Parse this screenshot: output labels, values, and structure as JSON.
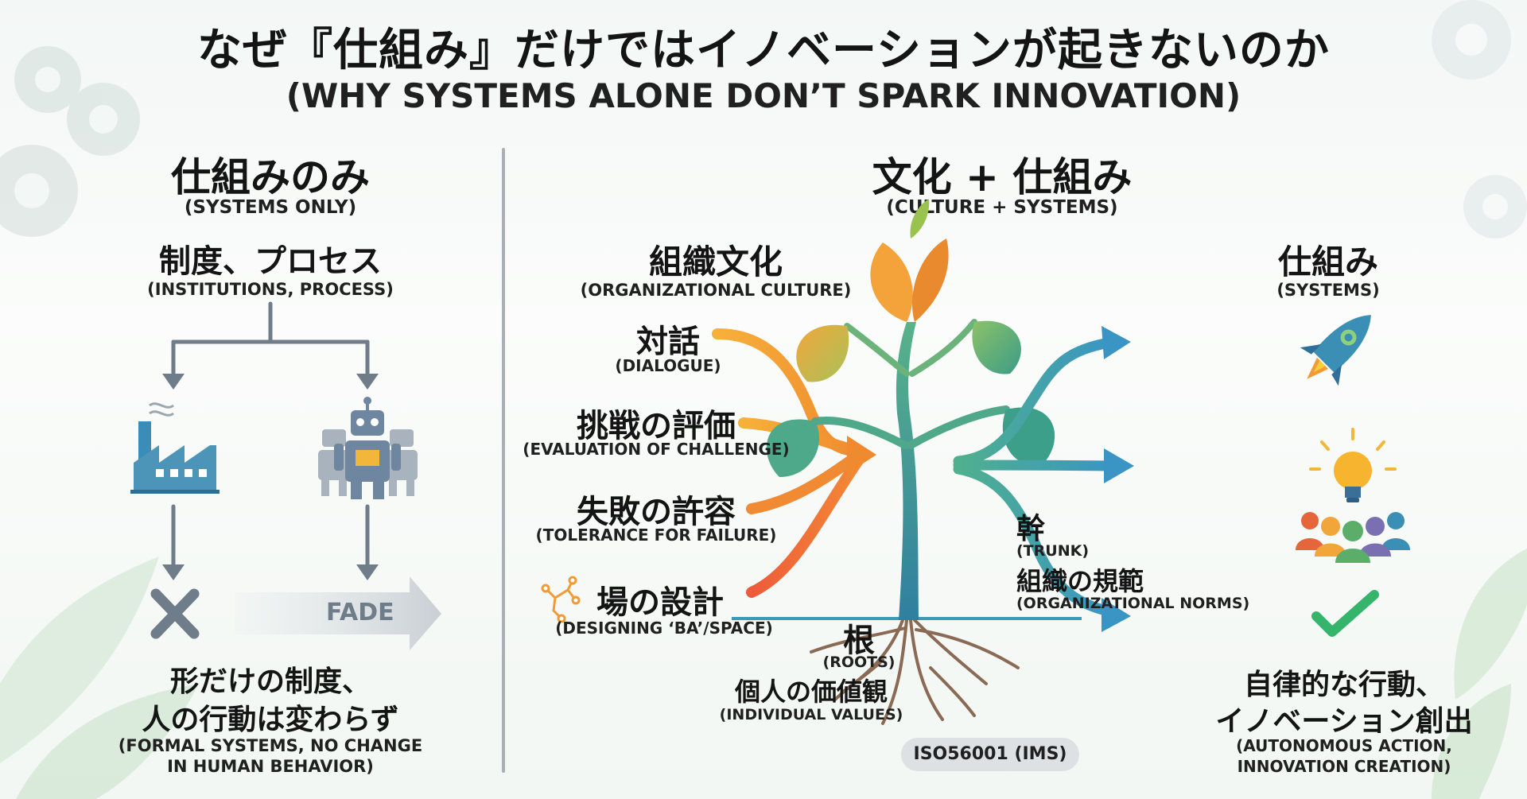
{
  "title": {
    "jp": "なぜ『仕組み』だけではイノベーションが起きないのか",
    "en": "(WHY SYSTEMS ALONE DON’T SPARK INNOVATION)"
  },
  "left": {
    "heading_jp": "仕組みのみ",
    "heading_en": "(SYSTEMS ONLY)",
    "sub_jp": "制度、プロセス",
    "sub_en": "(INSTITUTIONS, PROCESS)",
    "fade_label": "FADE",
    "result_jp_1": "形だけの制度、",
    "result_jp_2": "人の行動は変わらず",
    "result_en_1": "(FORMAL SYSTEMS, NO CHANGE",
    "result_en_2": "IN HUMAN BEHAVIOR)"
  },
  "right": {
    "heading_jp": "文化 + 仕組み",
    "heading_en": "(CULTURE + SYSTEMS)",
    "culture": {
      "jp": "組織文化",
      "en": "(ORGANIZATIONAL CULTURE)",
      "items": [
        {
          "jp": "対話",
          "en": "(DIALOGUE)"
        },
        {
          "jp": "挑戦の評価",
          "en": "(EVALUATION OF CHALLENGE)"
        },
        {
          "jp": "失敗の許容",
          "en": "(TOLERANCE FOR FAILURE)"
        },
        {
          "jp": "場の設計",
          "en": "(DESIGNING ‘BA’/SPACE)"
        }
      ]
    },
    "trunk": {
      "jp": "幹",
      "en": "(TRUNK)",
      "jp2": "組織の規範",
      "en2": "(ORGANIZATIONAL NORMS)"
    },
    "roots": {
      "jp": "根",
      "en": "(ROOTS)",
      "jp2": "個人の価値観",
      "en2": "(INDIVIDUAL VALUES)"
    },
    "iso_badge": "ISO56001 (IMS)",
    "systems": {
      "jp": "仕組み",
      "en": "(SYSTEMS)"
    },
    "outcome": {
      "jp_1": "自律的な行動、",
      "jp_2": "イノベーション創出",
      "en_1": "(AUTONOMOUS ACTION,",
      "en_2": "INNOVATION CREATION)"
    }
  },
  "colors": {
    "arrow_gray": "#6f7c89",
    "culture_orange": "#f39a2c",
    "culture_red": "#ee5a3a",
    "systems_teal": "#3b9fc0",
    "leaf_green": "#4eab7c",
    "check_green": "#34b56b"
  },
  "icons": [
    "factory-icon",
    "robot-icon",
    "cross-icon",
    "fade-arrow-icon",
    "plant-icon",
    "rocket-icon",
    "lightbulb-icon",
    "people-icon",
    "checkmark-icon",
    "network-icon"
  ]
}
